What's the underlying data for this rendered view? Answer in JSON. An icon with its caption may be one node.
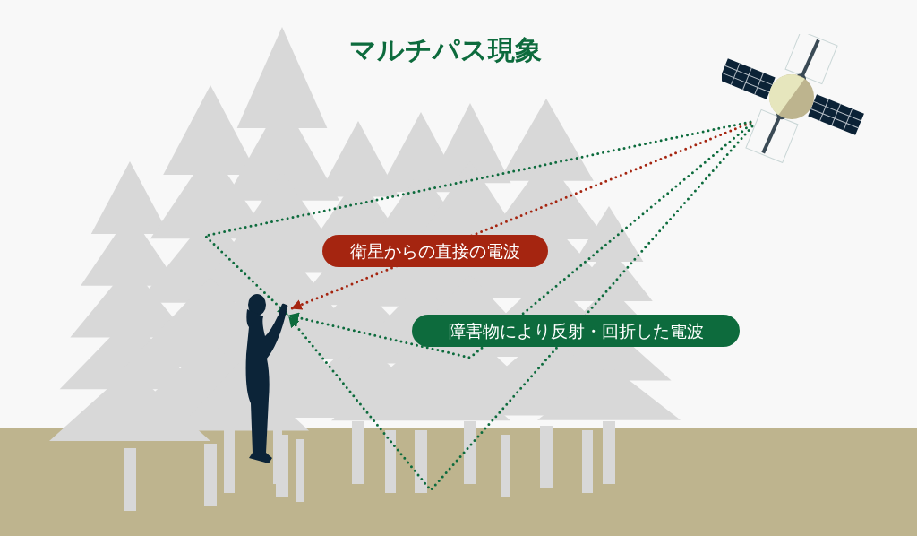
{
  "diagram": {
    "title": "マルチパス現象",
    "nodes": [
      {
        "text": [],
        "shape": "picture"
      },
      {
        "text": [],
        "shape": "person"
      }
    ],
    "edges": [
      {
        "from": 0,
        "to": 1,
        "arrow": "to",
        "label": "衛星からの直接の電波",
        "color": "#a52510"
      },
      {
        "from": 0,
        "to": 1,
        "arrow": "to"
      },
      {
        "from": 0,
        "to": 1,
        "arrow": "to"
      },
      {
        "from": 0,
        "to": 1,
        "arrow": "to"
      }
    ],
    "labels": [
      "障害物により反射・回折した電波"
    ]
  }
}
